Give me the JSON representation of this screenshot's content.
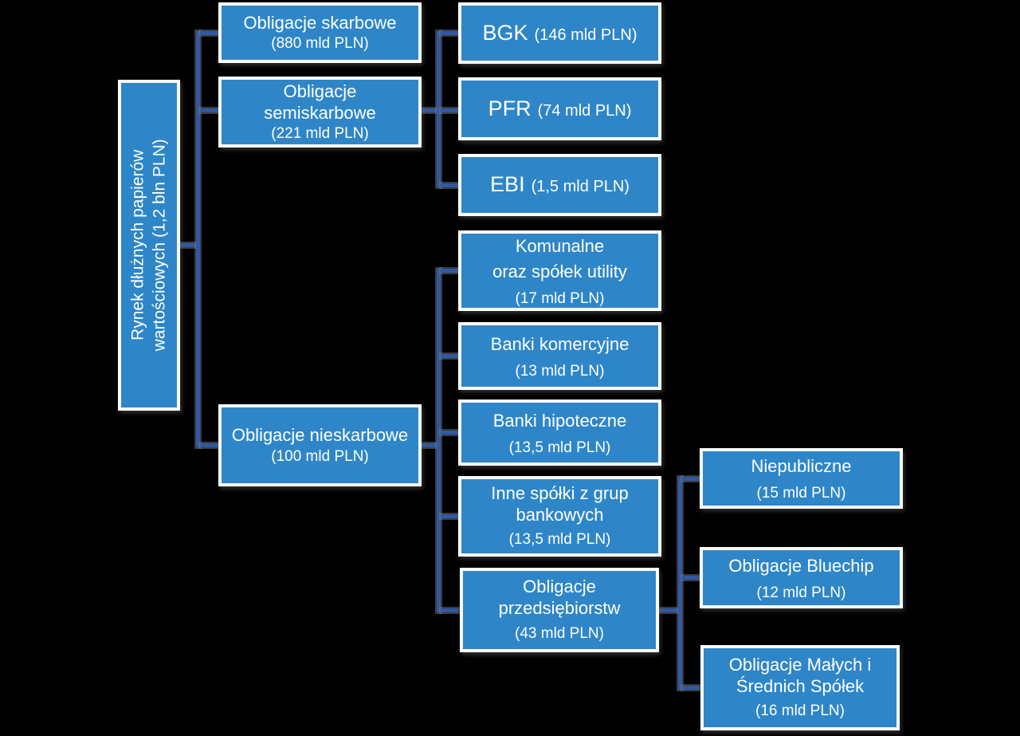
{
  "diagram_title": "Rynek dłużnych papierów wartościowych (1,2 bln PLN)",
  "colors": {
    "background": "#000000",
    "box_fill": "#2E86C8",
    "box_border": "#FAFAFA",
    "box_text": "#FFFFFF",
    "connector": "#3058A4",
    "connector_halo": "#787878"
  },
  "nodes": {
    "root": {
      "line1": "Rynek dłużnych papierów",
      "line2": "wartościowych (1,2 bln PLN)"
    },
    "skarbowe": {
      "line1": "Obligacje skarbowe",
      "value": "(880 mld PLN)"
    },
    "semiskarbowe": {
      "line1": "Obligacje",
      "line2": "semiskarbowe",
      "value": "(221 mld PLN)"
    },
    "nieskarbowe": {
      "line1": "Obligacje nieskarbowe",
      "value": "(100 mld PLN)"
    },
    "bgk": {
      "label": "BGK",
      "value": "(146 mld PLN)"
    },
    "pfr": {
      "label": "PFR",
      "value": "(74 mld PLN)"
    },
    "ebi": {
      "label": "EBI",
      "value": "(1,5 mld PLN)"
    },
    "komunalne": {
      "line1": "Komunalne",
      "line2": "oraz spółek utility",
      "value": "(17 mld PLN)"
    },
    "komercyjne": {
      "line1": "Banki komercyjne",
      "value": "(13 mld PLN)"
    },
    "hipoteczne": {
      "line1": "Banki hipoteczne",
      "value": "(13,5 mld PLN)"
    },
    "inne": {
      "line1": "Inne spółki z grup",
      "line2": "bankowych",
      "value": "(13,5 mld PLN)"
    },
    "przedsiebiorstw": {
      "line1": "Obligacje",
      "line2": "przedsiębiorstw",
      "value": "(43 mld PLN)"
    },
    "niepubliczne": {
      "line1": "Niepubliczne",
      "value": "(15 mld PLN)"
    },
    "bluechip": {
      "line1": "Obligacje Bluechip",
      "value": "(12 mld PLN)"
    },
    "malych": {
      "line1": "Obligacje Małych i",
      "line2": "Średnich Spółek",
      "value": "(16 mld PLN)"
    }
  }
}
